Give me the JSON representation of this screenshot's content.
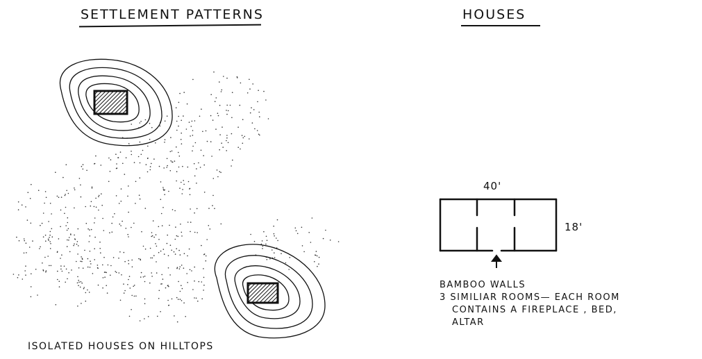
{
  "settlement": {
    "title": "SETTLEMENT PATTERNS",
    "caption": "ISOLATED HOUSES ON HILLTOPS"
  },
  "houses": {
    "title": "HOUSES",
    "width_label": "40'",
    "height_label": "18'",
    "notes": [
      "BAMBOO WALLS",
      "3 SIMILIAR ROOMS— EACH ROOM",
      "CONTAINS A FIREPLACE , BED,",
      "ALTAR"
    ]
  }
}
